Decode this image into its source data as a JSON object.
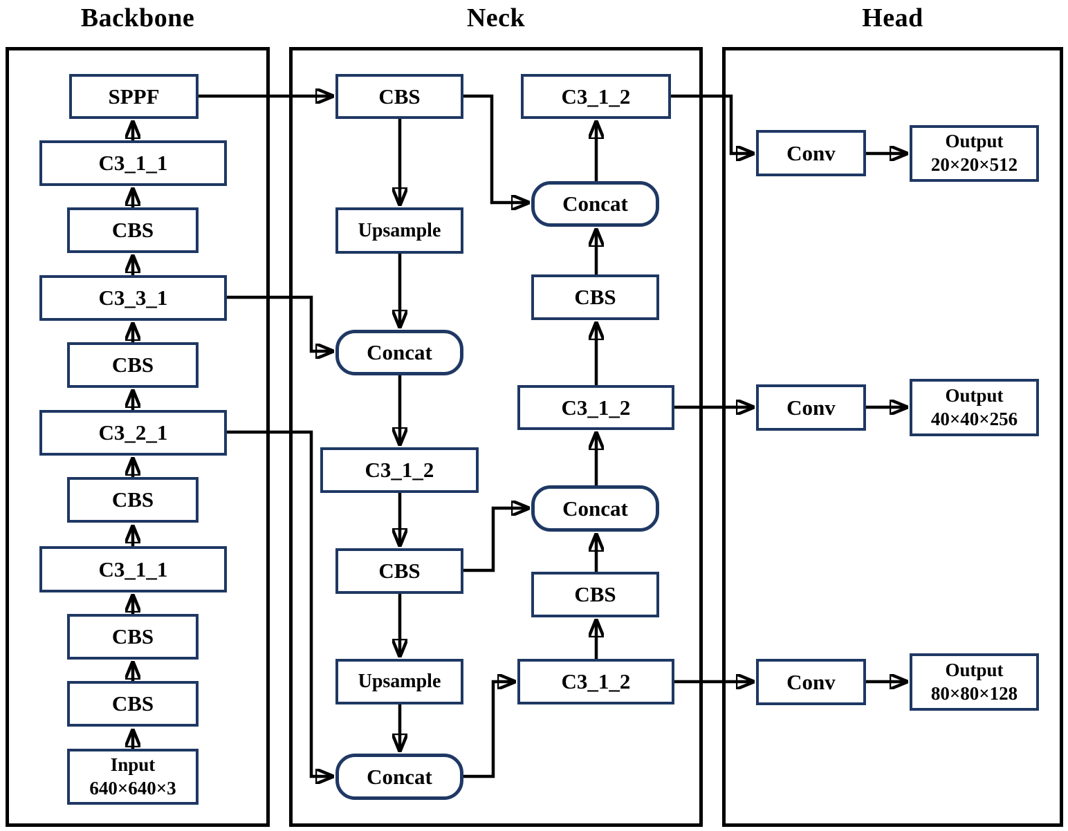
{
  "diagram": {
    "sections": {
      "backbone": {
        "title": "Backbone"
      },
      "neck": {
        "title": "Neck"
      },
      "head": {
        "title": "Head"
      }
    },
    "backbone_nodes": [
      "SPPF",
      "C3_1_1",
      "CBS",
      "C3_3_1",
      "CBS",
      "C3_2_1",
      "CBS",
      "C3_1_1",
      "CBS",
      "CBS"
    ],
    "input_node": {
      "label": "Input",
      "size": "640×640×3"
    },
    "neck_left_nodes": [
      "CBS",
      "Upsample",
      "Concat",
      "C3_1_2",
      "CBS",
      "Upsample",
      "Concat"
    ],
    "neck_right_nodes": [
      "C3_1_2",
      "Concat",
      "CBS",
      "C3_1_2",
      "Concat",
      "CBS",
      "C3_1_2"
    ],
    "head": {
      "conv_label": "Conv",
      "outputs": [
        {
          "label": "Output",
          "size": "20×20×512"
        },
        {
          "label": "Output",
          "size": "40×40×256"
        },
        {
          "label": "Output",
          "size": "80×80×128"
        }
      ]
    },
    "colors": {
      "node_border": "#1f3864",
      "connector": "#000000",
      "container_border": "#000000",
      "background": "#ffffff",
      "text": "#000000"
    }
  }
}
